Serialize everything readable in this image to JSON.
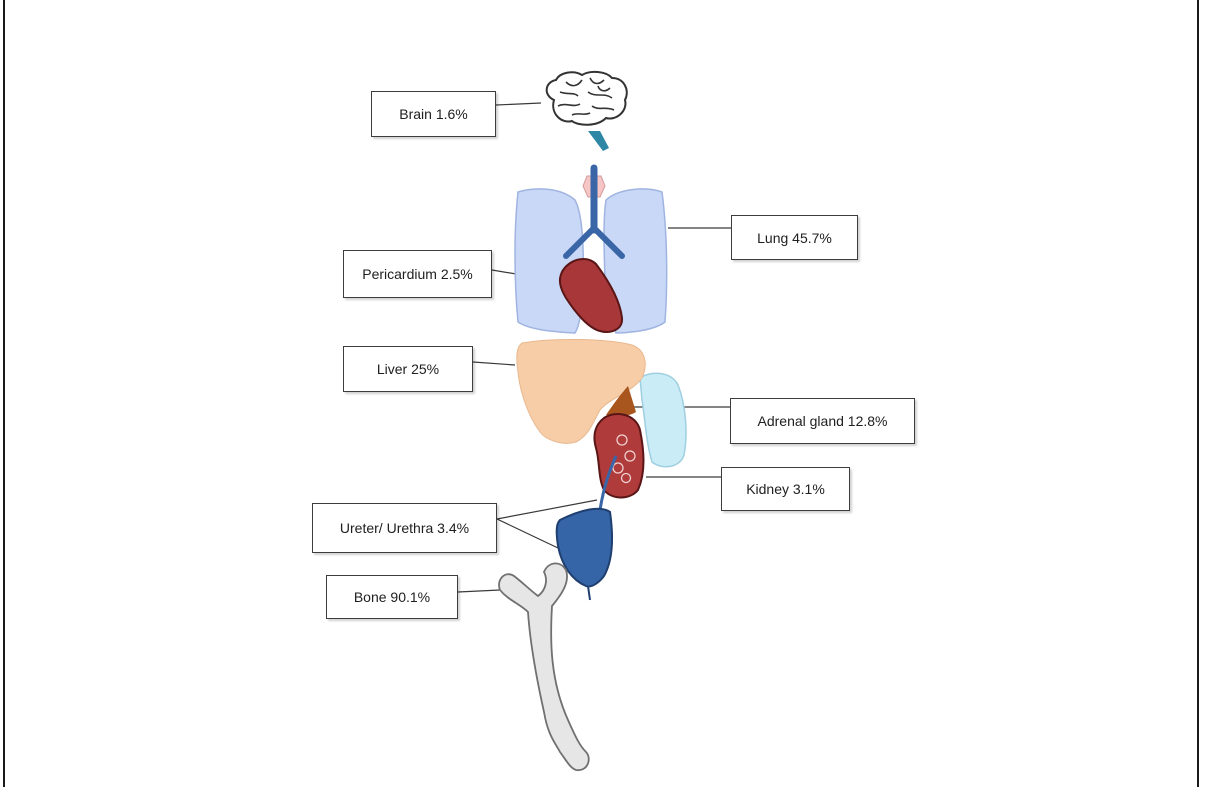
{
  "labels": {
    "brain": "Brain 1.6%",
    "lung": "Lung 45.7%",
    "pericardium": "Pericardium 2.5%",
    "liver": "Liver 25%",
    "adrenal": "Adrenal gland 12.8%",
    "kidney": "Kidney 3.1%",
    "ureter": "Ureter/ Urethra 3.4%",
    "bone": "Bone 90.1%"
  },
  "colors": {
    "lung": "#c9d8f6",
    "heart": "#a8373a",
    "liver": "#f7cda8",
    "adrenal": "#a8561d",
    "kidney": "#b03b3b",
    "spleen": "#c9ecf6",
    "bladder": "#3565a6",
    "trachea": "#3a66a8",
    "thyroid": "#f6c6c6",
    "bone": "#e6e6e6"
  },
  "icons": [
    "brain-icon",
    "thyroid-icon",
    "trachea-icon",
    "lung-icon",
    "heart-icon",
    "liver-icon",
    "spleen-icon",
    "adrenal-gland-icon",
    "kidney-icon",
    "ureter-icon",
    "bladder-icon",
    "femur-bone-icon"
  ]
}
